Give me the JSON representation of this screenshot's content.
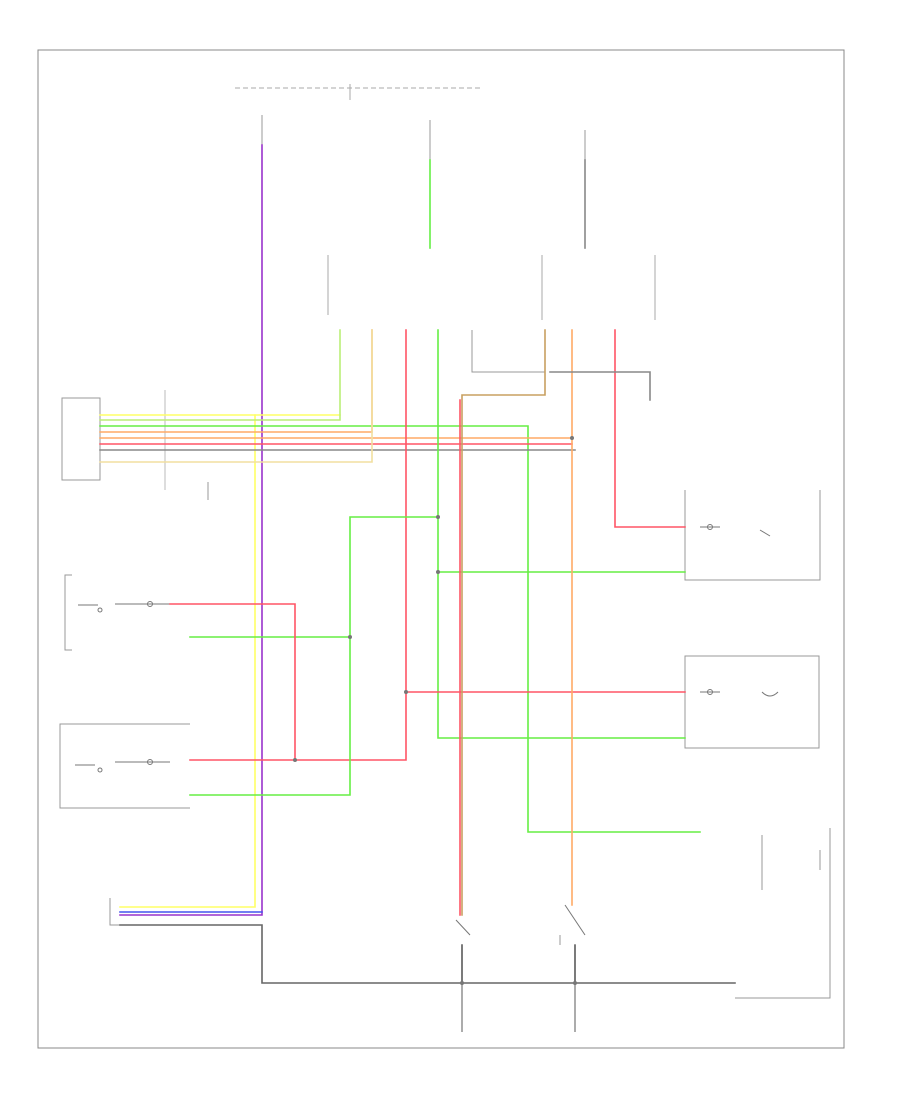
{
  "page": {
    "corner_code": "",
    "footer_code": ""
  },
  "components": [
    {
      "id": "hot_at_all_times_bus",
      "label": ""
    },
    {
      "id": "fuse_a",
      "label": ""
    },
    {
      "id": "fuse_b",
      "label": ""
    },
    {
      "id": "fuse_c",
      "label": ""
    },
    {
      "id": "door_lock_timer_unit_1",
      "label": ""
    },
    {
      "id": "door_lock_timer_unit_2",
      "label": ""
    },
    {
      "id": "central_processing_unit",
      "label": ""
    },
    {
      "id": "cpu_caption",
      "label": ""
    },
    {
      "id": "ground_point_1",
      "label": ""
    },
    {
      "id": "left_front_door_lock_actuator",
      "label": ""
    },
    {
      "id": "left_rear_door_lock_actuator",
      "label": ""
    },
    {
      "id": "right_front_door_lock_actuator",
      "label": ""
    },
    {
      "id": "right_rear_door_lock_actuator",
      "label": ""
    },
    {
      "id": "key_cylinder_switch",
      "label": ""
    },
    {
      "id": "trunk_unlock_switch",
      "label": ""
    },
    {
      "id": "trunk_lid_opener_switch",
      "label": ""
    },
    {
      "id": "rear_lock_actuator",
      "label": ""
    },
    {
      "id": "ground_point_2",
      "label": ""
    },
    {
      "id": "ground_point_3",
      "label": ""
    }
  ],
  "wire_colors": {
    "violet": "#9933cc",
    "yellow": "#ffff66",
    "blue": "#4455ee",
    "green": "#66ee44",
    "red": "#ff5566",
    "orange": "#ffaa66",
    "tan": "#c8a060",
    "grey": "#888888"
  }
}
